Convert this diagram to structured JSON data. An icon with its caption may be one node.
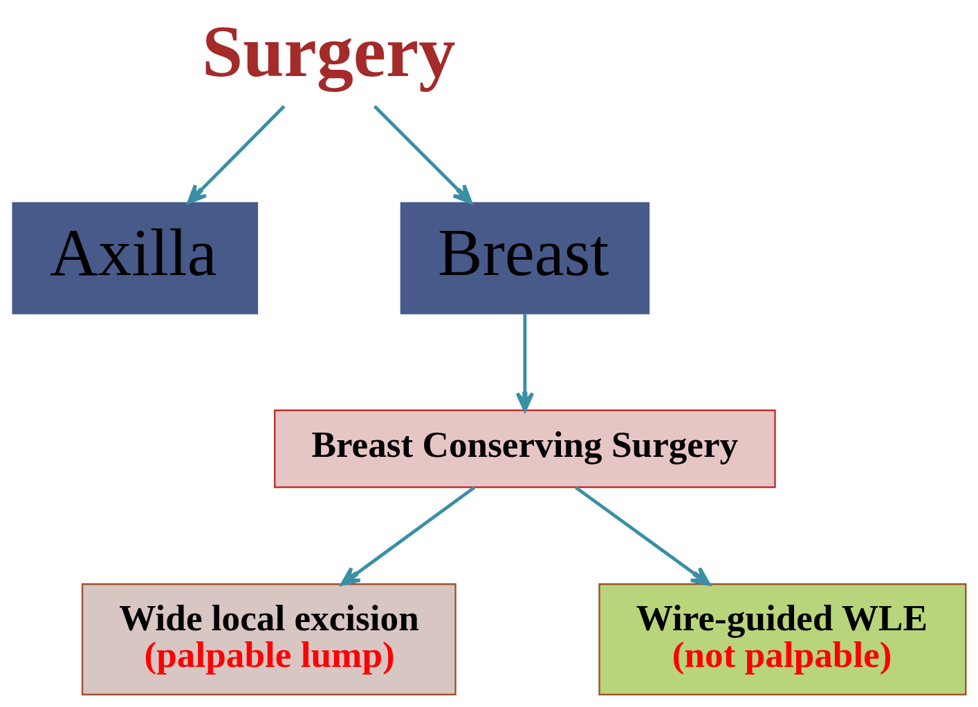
{
  "diagram": {
    "nodes": [
      {
        "text": [
          "Surgery"
        ]
      },
      {
        "text": [
          "Axilla"
        ]
      },
      {
        "text": [
          "Breast"
        ]
      },
      {
        "text": [
          "Breast Conserving Surgery"
        ]
      },
      {
        "text": [
          "Wide local excision",
          "(palpable lump)"
        ]
      },
      {
        "text": [
          "Wire-guided WLE",
          "(not palpable)"
        ]
      }
    ],
    "edges": [
      {
        "from": 0,
        "to": 1,
        "arrow": "to"
      },
      {
        "from": 0,
        "to": 2,
        "arrow": "to"
      },
      {
        "from": 2,
        "to": 3,
        "arrow": "to"
      },
      {
        "from": 3,
        "to": 4,
        "arrow": "to"
      },
      {
        "from": 3,
        "to": 5,
        "arrow": "to"
      }
    ]
  }
}
